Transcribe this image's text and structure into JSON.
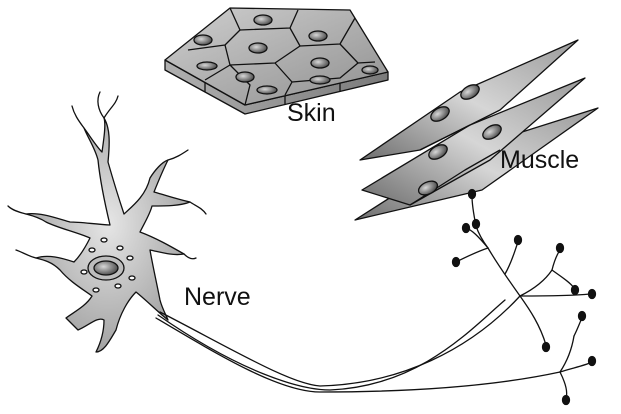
{
  "labels": {
    "skin": "Skin",
    "muscle": "Muscle",
    "nerve": "Nerve"
  }
}
